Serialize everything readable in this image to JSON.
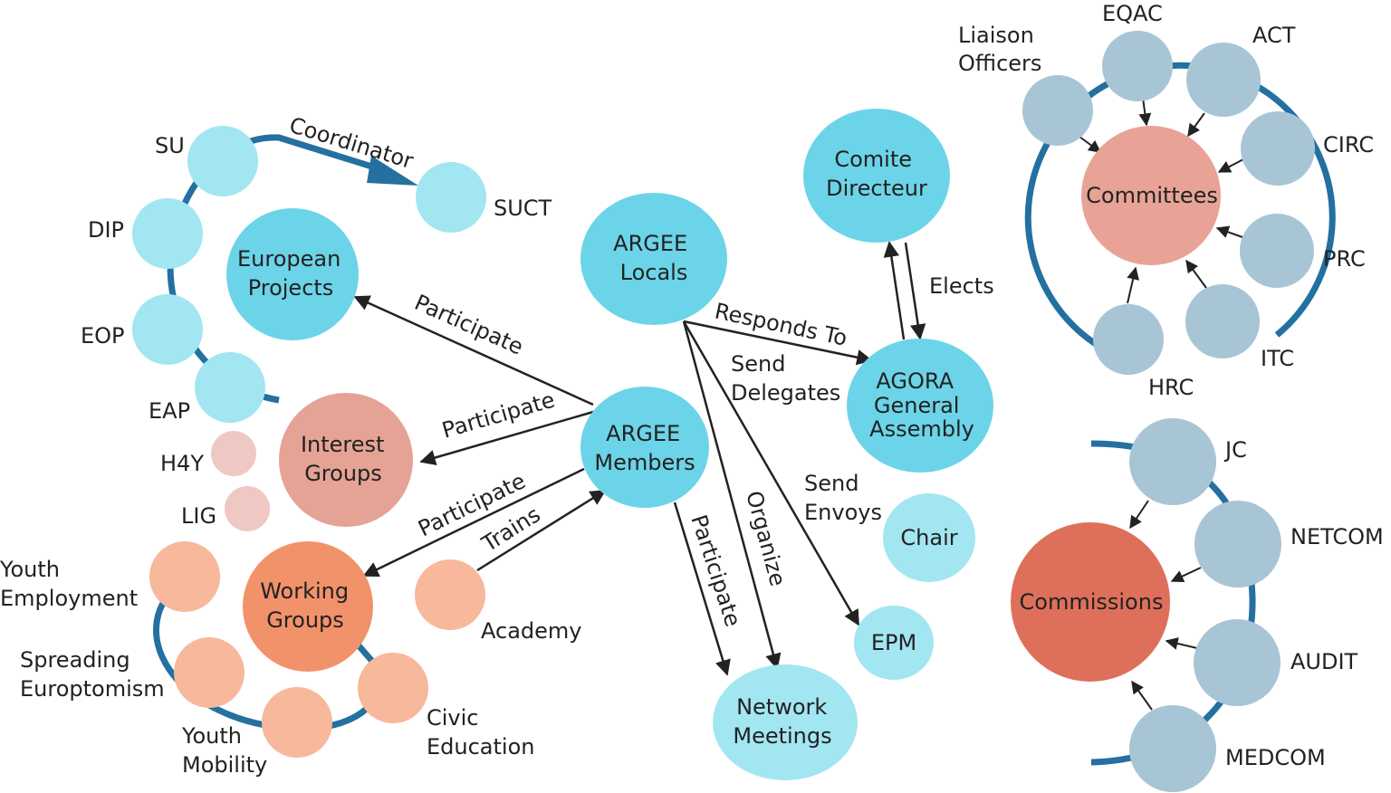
{
  "colors": {
    "cyan_dark": "#6CD4E8",
    "cyan_light": "#A2E6F1",
    "salmon": "#E5A396",
    "salmon_light": "#EFC8C3",
    "orange": "#F2926A",
    "peach": "#F7B89C",
    "slate": "#A8C5D6",
    "committees": "#E8A396",
    "commissions": "#DE705B",
    "ring": "#2470A0",
    "arrow": "#222222"
  },
  "nodes": {
    "european_projects": [
      "European",
      "Projects"
    ],
    "interest_groups": [
      "Interest",
      "Groups"
    ],
    "working_groups": [
      "Working",
      "Groups"
    ],
    "argee_locals": [
      "ARGEE",
      "Locals"
    ],
    "argee_members": [
      "ARGEE",
      "Members"
    ],
    "comite_directeur": [
      "Comite",
      "Directeur"
    ],
    "agora": [
      "AGORA",
      "General",
      "Assembly"
    ],
    "chair": [
      "Chair"
    ],
    "epm": [
      "EPM"
    ],
    "network_meetings": [
      "Network",
      "Meetings"
    ],
    "committees": [
      "Committees"
    ],
    "commissions": [
      "Commissions"
    ]
  },
  "labels": {
    "su": "SU",
    "suct": "SUCT",
    "dip": "DIP",
    "eop": "EOP",
    "eap": "EAP",
    "h4y": "H4Y",
    "lig": "LIG",
    "youth_employment": [
      "Youth",
      "Employment"
    ],
    "spreading_europtomism": [
      "Spreading",
      "Europtomism"
    ],
    "youth_mobility": [
      "Youth",
      "Mobility"
    ],
    "civic_education": [
      "Civic",
      "Education"
    ],
    "academy": "Academy",
    "liaison_officers": [
      "Liaison",
      "Officers"
    ],
    "eqac": "EQAC",
    "act": "ACT",
    "circ": "CIRC",
    "prc": "PRC",
    "itc": "ITC",
    "hrc": "HRC",
    "jc": "JC",
    "netcom": "NETCOM",
    "audit": "AUDIT",
    "medcom": "MEDCOM"
  },
  "edges": {
    "coordinator": "Coordinator",
    "participate_ep": "Participate",
    "participate_ig": "Participate",
    "participate_wg": "Participate",
    "trains": "Trains",
    "participate_nm": "Participate",
    "organize": "Organize",
    "responds_to": "Responds To",
    "send_delegates": [
      "Send",
      "Delegates"
    ],
    "send_envoys": [
      "Send",
      "Envoys"
    ],
    "elects": "Elects"
  }
}
